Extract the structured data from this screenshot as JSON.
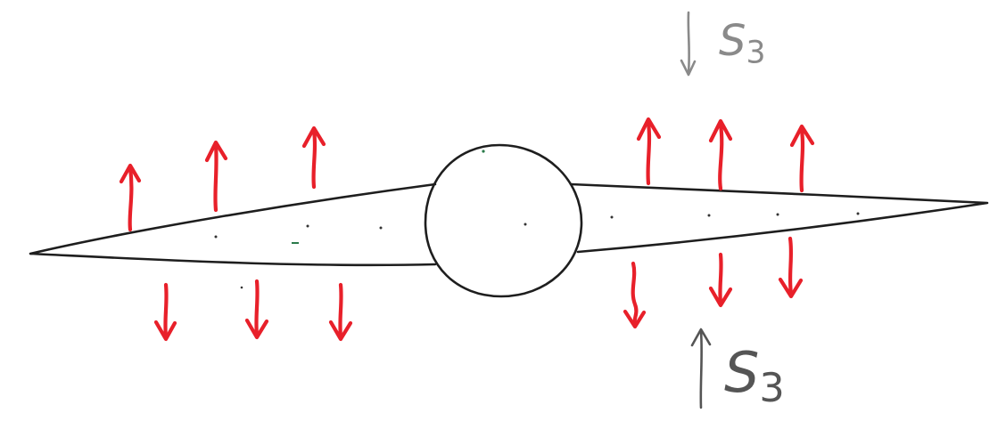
{
  "labels": {
    "top_stress": "S",
    "top_stress_sub": "3",
    "bottom_stress": "S",
    "bottom_stress_sub": "3"
  },
  "colors": {
    "ink": "#1e1e1e",
    "pencil": "#8a8a8a",
    "arrow": "#e8202a",
    "background": "#ffffff"
  },
  "arrows": {
    "upward_count": 6,
    "downward_count": 6
  }
}
